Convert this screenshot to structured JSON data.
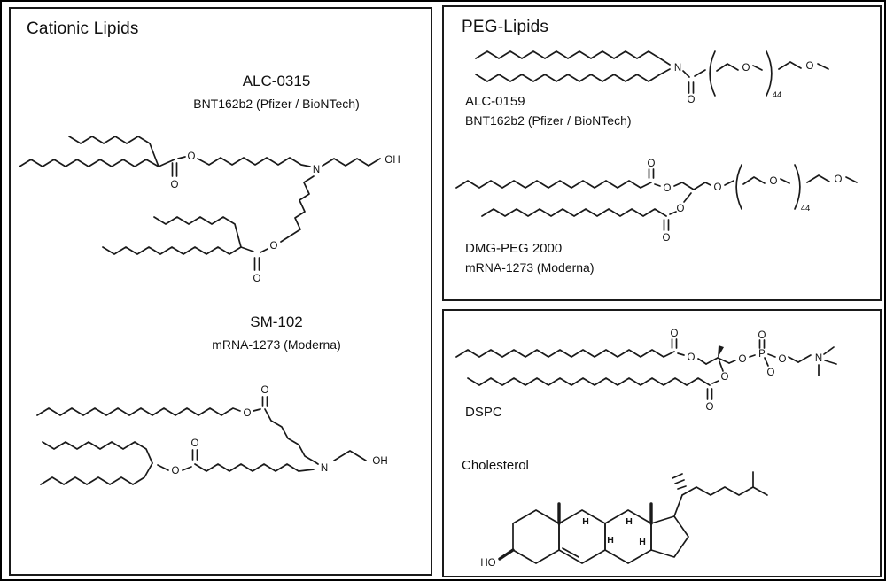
{
  "figure": {
    "background": "#ffffff",
    "line_color": "#1a1a1a"
  },
  "atoms": {
    "O": "O",
    "OH": "OH",
    "HO": "HO",
    "N": "N",
    "H": "H",
    "P": "P",
    "peg_repeat": "44"
  },
  "panels": {
    "cationic": {
      "title": "Cationic Lipids",
      "compounds": [
        {
          "name": "ALC-0315",
          "subtitle": "BNT162b2 (Pfizer / BioNTech)"
        },
        {
          "name": "SM-102",
          "subtitle": "mRNA-1273 (Moderna)"
        }
      ]
    },
    "peg": {
      "title": "PEG-Lipids",
      "compounds": [
        {
          "name": "ALC-0159",
          "subtitle": "BNT162b2 (Pfizer / BioNTech)"
        },
        {
          "name": "DMG-PEG 2000",
          "subtitle": "mRNA-1273 (Moderna)"
        }
      ]
    },
    "structural": {
      "compounds": [
        {
          "name": "DSPC"
        },
        {
          "name": "Cholesterol"
        }
      ]
    }
  }
}
